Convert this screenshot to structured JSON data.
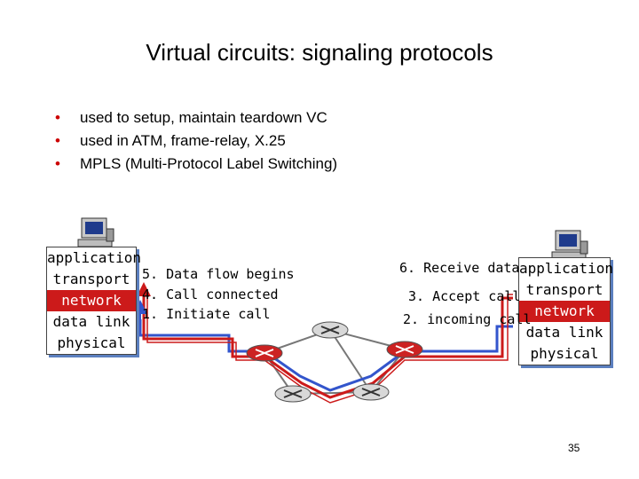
{
  "slide": {
    "title": "Virtual circuits: signaling protocols",
    "bullets": [
      "used to setup, maintain  teardown VC",
      "used in ATM, frame-relay, X.25",
      "MPLS (Multi-Protocol Label Switching)"
    ],
    "page_number": "35"
  },
  "left_stack": {
    "layers": [
      "application",
      "transport",
      "network",
      "data link",
      "physical"
    ]
  },
  "right_stack": {
    "layers": [
      "application",
      "transport",
      "network",
      "data link",
      "physical"
    ]
  },
  "left_steps": {
    "step5": "5. Data flow begins",
    "step4": "4. Call connected",
    "step1": "1. Initiate call"
  },
  "right_steps": {
    "step6": "6. Receive data",
    "step3": "3. Accept call",
    "step2": "2. incoming call"
  },
  "colors": {
    "network_layer": "#cc1a1a",
    "signal_path": "#3355cc",
    "data_path": "#cc1a1a",
    "router_active": "#cc2222"
  },
  "icons": [
    "computer-icon",
    "router-icon"
  ]
}
